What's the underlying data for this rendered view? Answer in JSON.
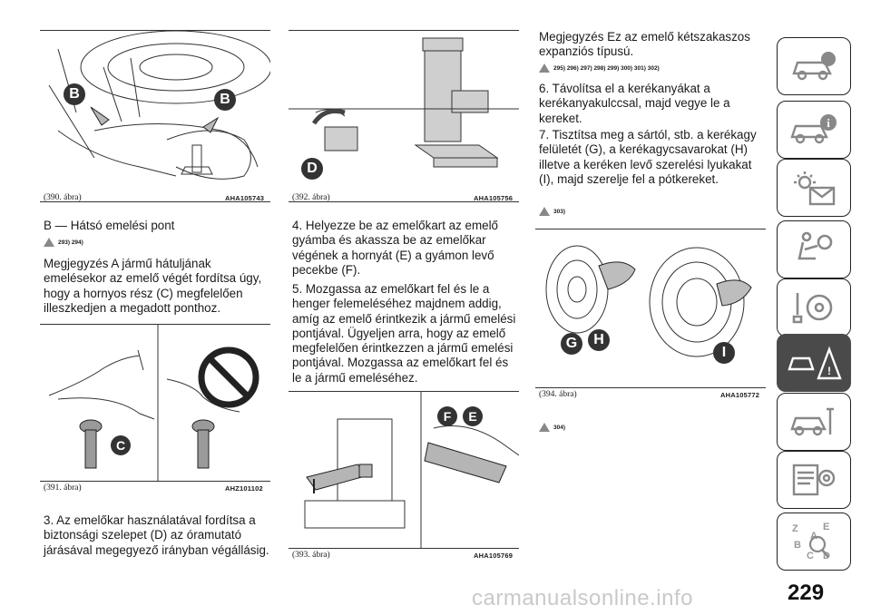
{
  "figures": {
    "f390": {
      "caption": "(390. ábra)",
      "code": "AHA105743",
      "label_b": "B"
    },
    "f391": {
      "caption": "(391. ábra)",
      "code": "AHZ101102",
      "label_c": "C"
    },
    "f392": {
      "caption": "(392. ábra)",
      "code": "AHA105756",
      "label_d": "D"
    },
    "f393": {
      "caption": "(393. ábra)",
      "code": "AHA105769",
      "label_f": "F",
      "label_e": "E"
    },
    "f394": {
      "caption": "(394. ábra)",
      "code": "AHA105772",
      "label_g": "G",
      "label_h": "H",
      "label_i": "I"
    }
  },
  "col1": {
    "heading": "B — Hátsó emelési pont",
    "warn_refs": "293) 294)",
    "note": "Megjegyzés  A jármű hátuljának emelésekor az emelő végét fordítsa úgy, hogy a hornyos rész (C) megfelelően illeszkedjen a megadott ponthoz.",
    "step3": "3. Az emelőkar használatával fordítsa a biztonsági szelepet (D) az óramutató járásával megegyező irányban végállásig."
  },
  "col2": {
    "step4": "4. Helyezze be az emelőkart az emelő gyámba és akassza be az emelőkar végének a hornyát (E) a gyámon levő pecekbe (F).",
    "step5": "5. Mozgassa az emelőkart fel és le a henger felemeléséhez majdnem addig, amíg az emelő érintkezik a jármű emelési pontjával. Ügyeljen arra, hogy az emelő megfelelően érintkezzen a jármű emelési pontjával. Mozgassa az emelőkart fel és le a jármű emeléséhez."
  },
  "col3": {
    "note": "Megjegyzés  Ez az emelő kétszakaszos expanziós típusú.",
    "warn_refs1": "295) 296) 297) 298) 299) 300) 301) 302)",
    "step6": "6. Távolítsa el a kerékanyákat a kerékanyakulccsal, majd vegye le a kereket.",
    "step7": "7. Tisztítsa meg a sártól, stb. a kerékagy felületét (G), a kerékagycsavarokat (H) illetve a keréken levő szerelési lyukakat (I), majd szerelje fel a pótkereket.",
    "warn_refs2": "303)",
    "warn_refs3": "304)"
  },
  "sidebar_icons": [
    "car-info-icon",
    "car-info-i-icon",
    "warning-lights-icon",
    "airbag-seat-icon",
    "steering-key-icon",
    "emergency-triangle-icon",
    "car-maintenance-icon",
    "technical-data-icon",
    "alphabetical-index-icon"
  ],
  "page_number": "229",
  "watermark": "carmanualsonline.info"
}
